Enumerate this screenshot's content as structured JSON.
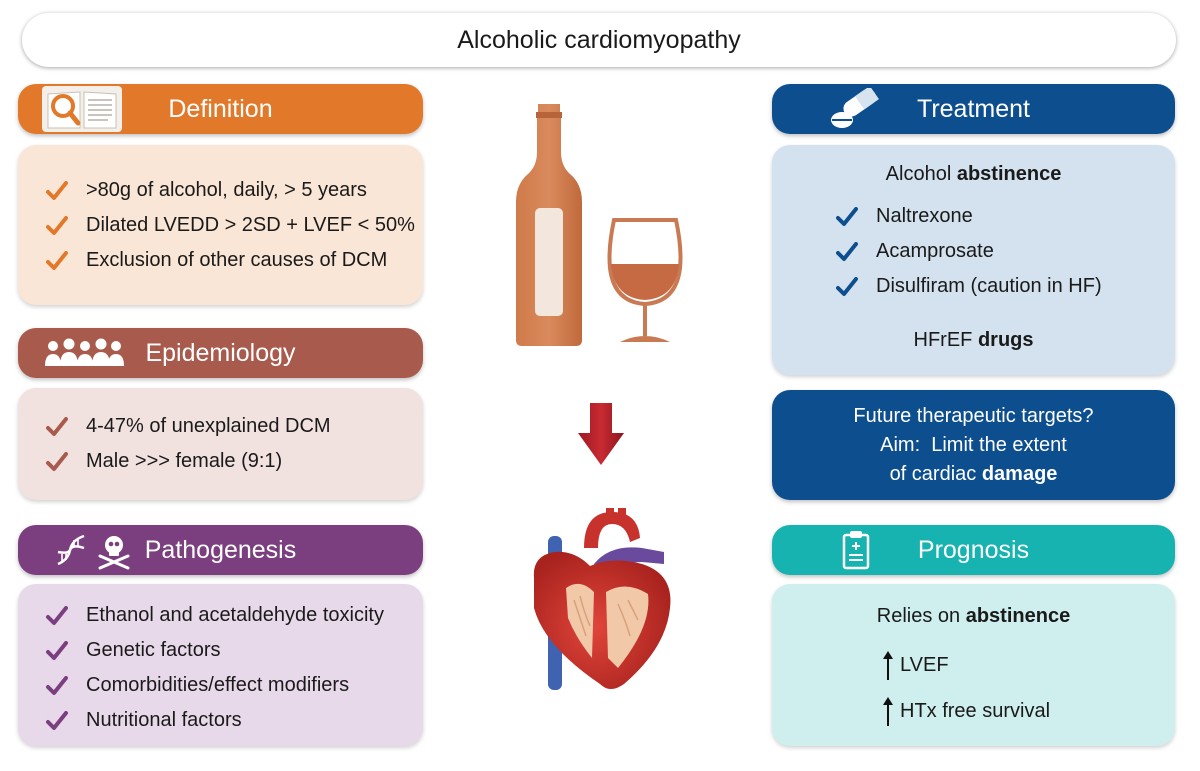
{
  "title": "Alcoholic cardiomyopathy",
  "colors": {
    "definition": "#e2792a",
    "definition_bg": "#fae6d6",
    "epidemiology": "#a85a4c",
    "epidemiology_bg": "#f1e2df",
    "pathogenesis": "#7b3f7f",
    "pathogenesis_bg": "#e8d9ea",
    "treatment": "#0d4e8e",
    "treatment_bg": "#d3e2ee",
    "prognosis": "#17b3b0",
    "prognosis_bg": "#cfeeee"
  },
  "definition": {
    "header": "Definition",
    "icon": "book-magnifier-icon",
    "items": [
      ">80g of alcohol, daily, > 5 years",
      "Dilated LVEDD > 2SD + LVEF < 50%",
      "Exclusion of other causes of DCM"
    ]
  },
  "epidemiology": {
    "header": "Epidemiology",
    "icon": "people-group-icon",
    "items": [
      "4-47% of unexplained DCM",
      "Male >>> female (9:1)"
    ]
  },
  "pathogenesis": {
    "header": "Pathogenesis",
    "icon": "dna-skull-icon",
    "items": [
      "Ethanol and acetaldehyde toxicity",
      "Genetic factors",
      "Comorbidities/effect modifiers",
      "Nutritional factors"
    ]
  },
  "treatment": {
    "header": "Treatment",
    "icon": "pills-icon",
    "subtitle_prefix": "Alcohol ",
    "subtitle_bold": "abstinence",
    "items": [
      "Naltrexone",
      "Acamprosate",
      "Disulfiram (caution in HF)"
    ],
    "drugs_prefix": "HFrEF ",
    "drugs_bold": "drugs"
  },
  "future": {
    "line1": "Future therapeutic targets?",
    "line2": "Aim:  Limit the extent",
    "line3_prefix": "of cardiac ",
    "line3_bold": "damage"
  },
  "prognosis": {
    "header": "Prognosis",
    "icon": "clipboard-icon",
    "subtitle_prefix": "Relies on ",
    "subtitle_bold": "abstinence",
    "items": [
      "LVEF",
      "HTx free survival"
    ]
  },
  "center_icons": [
    "wine-bottle-icon",
    "wine-glass-icon",
    "down-arrow-icon",
    "heart-icon"
  ]
}
